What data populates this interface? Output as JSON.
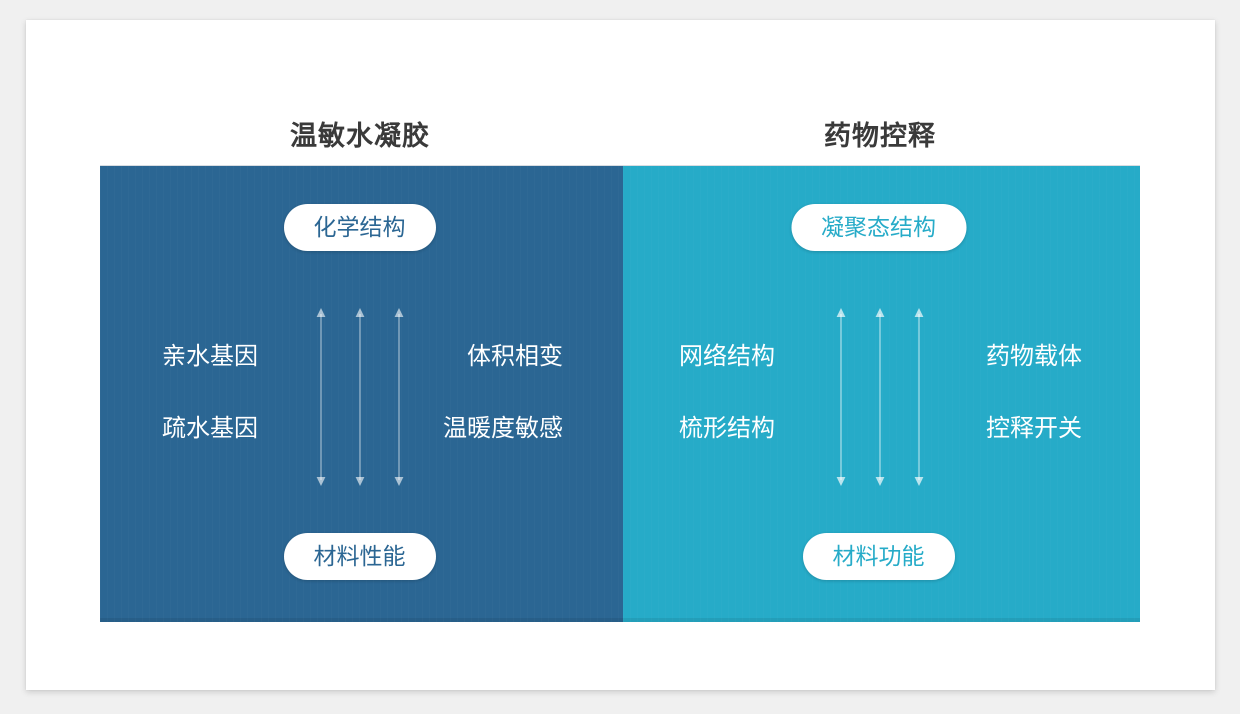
{
  "figure": {
    "columns": [
      {
        "id": "thermosensitive-hydrogel",
        "title": "温敏水凝胶",
        "accent": "#2b6693",
        "top_pill": "化学结构",
        "bottom_pill": "材料性能",
        "labels": {
          "left_top": "亲水基因",
          "left_bottom": "疏水基因",
          "right_top": "体积相变",
          "right_bottom": "温暖度敏感"
        },
        "arrow_count": 3
      },
      {
        "id": "controlled-drug-release",
        "title": "药物控释",
        "accent": "#26abc8",
        "top_pill": "凝聚态结构",
        "bottom_pill": "材料功能",
        "labels": {
          "left_top": "网络结构",
          "left_bottom": "梳形结构",
          "right_top": "药物载体",
          "right_bottom": "控释开关"
        },
        "arrow_count": 3
      }
    ],
    "colors": {
      "page_background": "#f0f0f0",
      "card_background": "#ffffff",
      "left_panel": "#2b6693",
      "right_panel": "#26abc8",
      "title_text": "#3a3a3a",
      "label_text": "#ffffff",
      "pill_background": "#ffffff",
      "arrow": "rgba(255,255,255,0.55)"
    }
  }
}
